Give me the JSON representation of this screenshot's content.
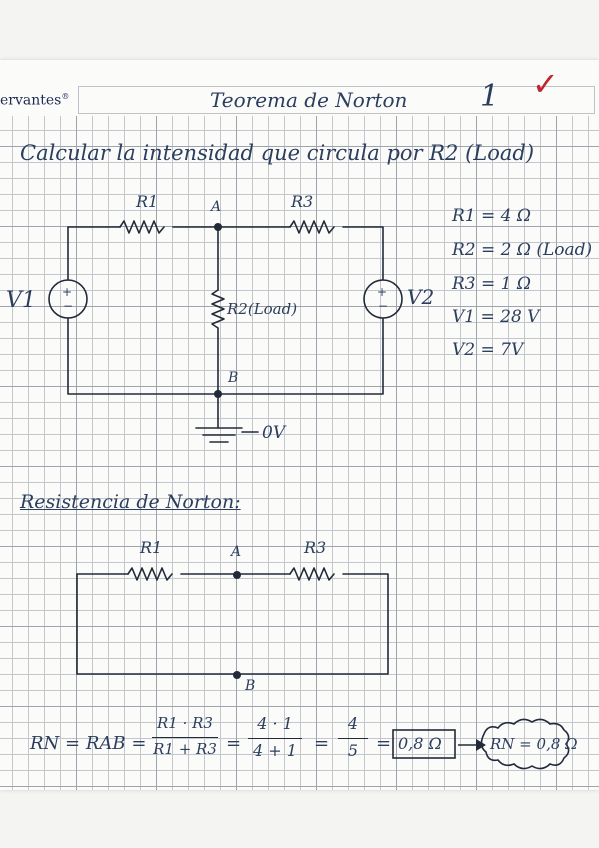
{
  "header": {
    "brand": "ervantes",
    "brand_mark": "®",
    "title": "Teorema de Norton",
    "page_number": "1",
    "check_mark": "✓"
  },
  "problem": {
    "statement": "Calcular la intensidad que circula por R2 (Load)"
  },
  "circuit1": {
    "r1_label": "R1",
    "r3_label": "R3",
    "node_a": "A",
    "node_b": "B",
    "r2_label": "R2(Load)",
    "v1_label": "V1",
    "v2_label": "V2",
    "ground_label": "0V",
    "plus": "+",
    "minus": "−"
  },
  "values": [
    "R1 = 4 Ω",
    "R2 = 2 Ω (Load)",
    "R3 = 1 Ω",
    "V1 = 28 V",
    "V2 = 7V"
  ],
  "norton": {
    "heading": "Resistencia de Norton:",
    "r1_label": "R1",
    "r3_label": "R3",
    "node_a": "A",
    "node_b": "B"
  },
  "formula": {
    "lhs": "RN = RAB =",
    "frac1_num": "R1 · R3",
    "frac1_den": "R1 + R3",
    "eq1": "=",
    "frac2_num": "4 · 1",
    "frac2_den": "4 + 1",
    "eq2": "=",
    "frac3_num": "4",
    "frac3_den": "5",
    "eq3": "=",
    "boxed": "0,8 Ω",
    "result": "RN = 0,8 Ω"
  }
}
